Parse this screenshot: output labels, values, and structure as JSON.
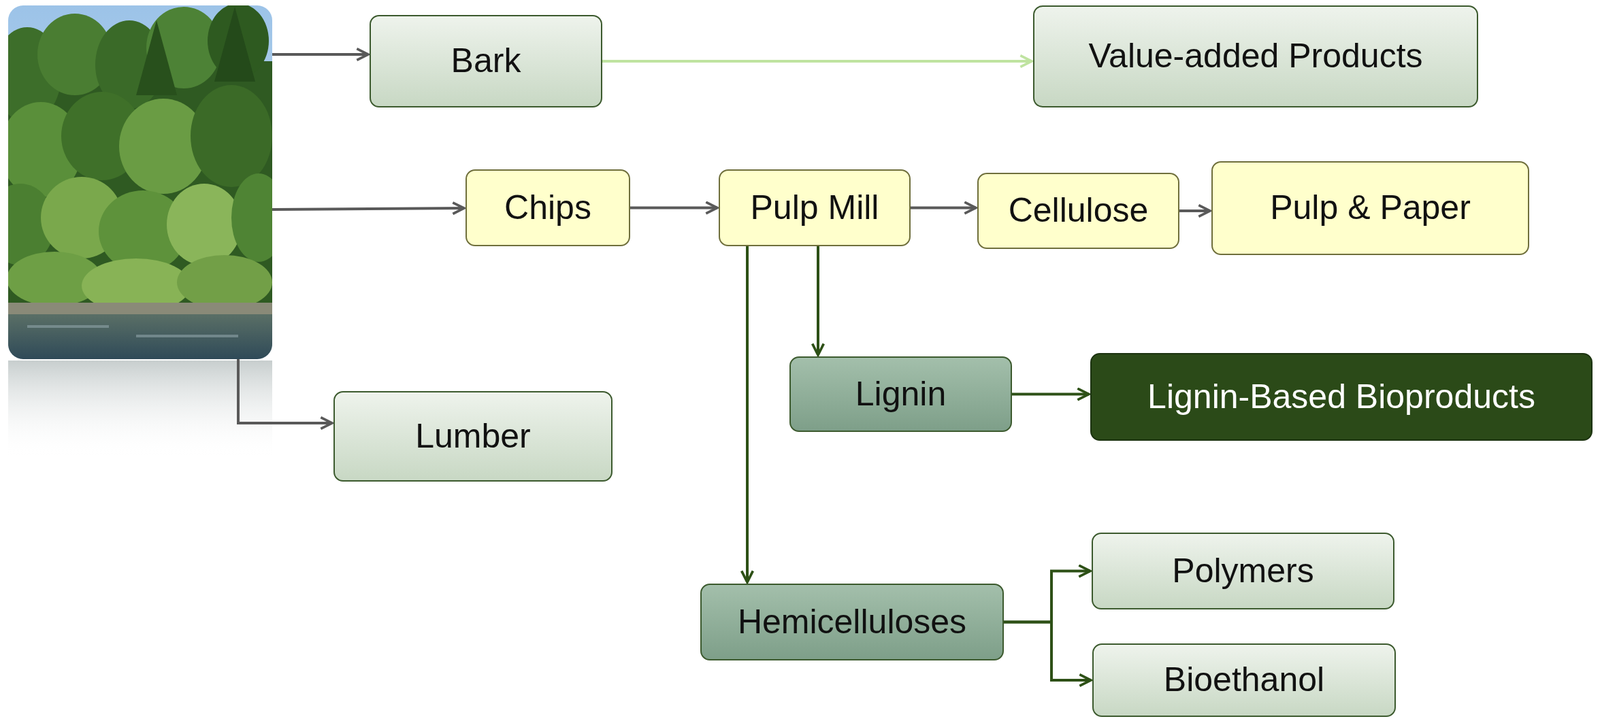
{
  "diagram": {
    "nodes": [
      {
        "text": [
          "Bark"
        ]
      },
      {
        "text": [
          "Value-added Products"
        ]
      },
      {
        "text": [
          "Chips"
        ]
      },
      {
        "text": [
          "Pulp Mill"
        ]
      },
      {
        "text": [
          "Cellulose"
        ]
      },
      {
        "text": [
          "Pulp & Paper"
        ]
      },
      {
        "text": [
          "Lignin"
        ]
      },
      {
        "text": [
          "Lignin-Based Bioproducts"
        ]
      },
      {
        "text": [
          "Lumber"
        ]
      },
      {
        "text": [
          "Hemicelluloses"
        ]
      },
      {
        "text": [
          "Polymers"
        ]
      },
      {
        "text": [
          "Bioethanol"
        ]
      }
    ],
    "edges": [
      {
        "from": 0,
        "to": 1,
        "arrow": "to"
      },
      {
        "from": 2,
        "to": 3,
        "arrow": "to"
      },
      {
        "from": 3,
        "to": 4,
        "arrow": "to"
      },
      {
        "from": 4,
        "to": 5,
        "arrow": "to"
      },
      {
        "from": 3,
        "to": 6,
        "arrow": "to"
      },
      {
        "from": 6,
        "to": 7,
        "arrow": "to"
      },
      {
        "from": 3,
        "to": 9,
        "arrow": "to"
      },
      {
        "from": 9,
        "to": 10,
        "arrow": "to"
      },
      {
        "from": 9,
        "to": 11,
        "arrow": "to"
      }
    ]
  }
}
